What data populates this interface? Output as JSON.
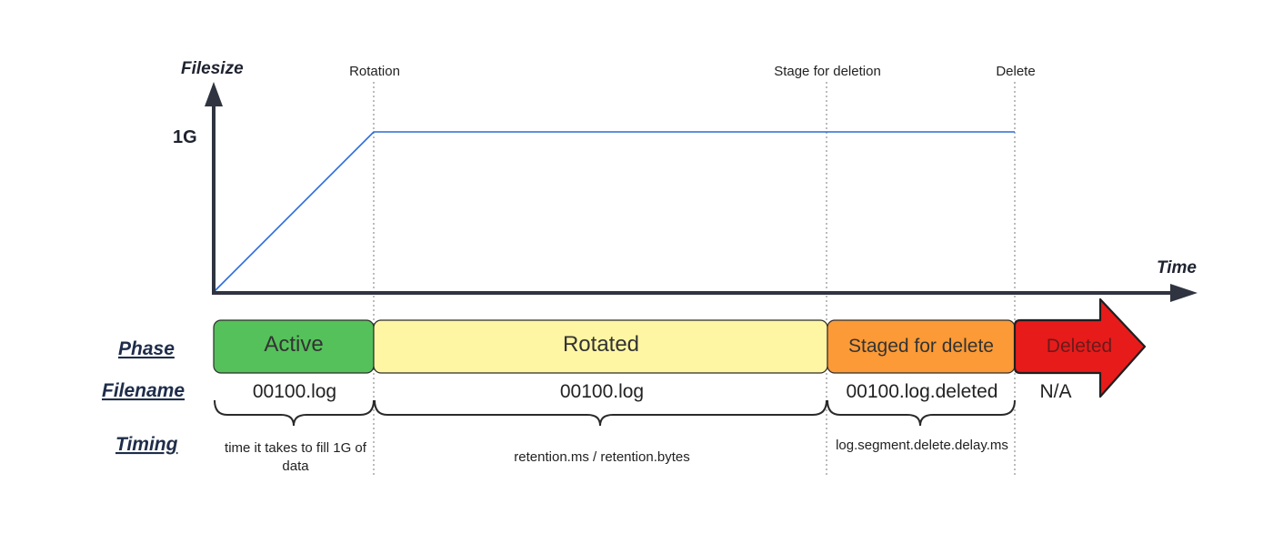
{
  "axes": {
    "y_title": "Filesize",
    "x_title": "Time",
    "y_tick": "1G"
  },
  "events": {
    "rotation": "Rotation",
    "stage_for_deletion": "Stage for deletion",
    "delete": "Delete"
  },
  "rows": {
    "phase": "Phase",
    "filename": "Filename",
    "timing": "Timing"
  },
  "phases": {
    "active": "Active",
    "rotated": "Rotated",
    "staged": "Staged for delete",
    "deleted": "Deleted"
  },
  "filenames": {
    "active": "00100.log",
    "rotated": "00100.log",
    "staged": "00100.log.deleted",
    "deleted": "N/A"
  },
  "timing": {
    "active_line1": "time it takes to fill 1G of",
    "active_line2": "data",
    "rotated": "retention.ms / retention.bytes",
    "staged": "log.segment.delete.delay.ms"
  },
  "colors": {
    "active": "#55c15a",
    "rotated": "#fff6a3",
    "staged": "#fb9a36",
    "deleted": "#e81b1b",
    "size_line": "#2a6bd6",
    "axis": "#2f3440"
  }
}
